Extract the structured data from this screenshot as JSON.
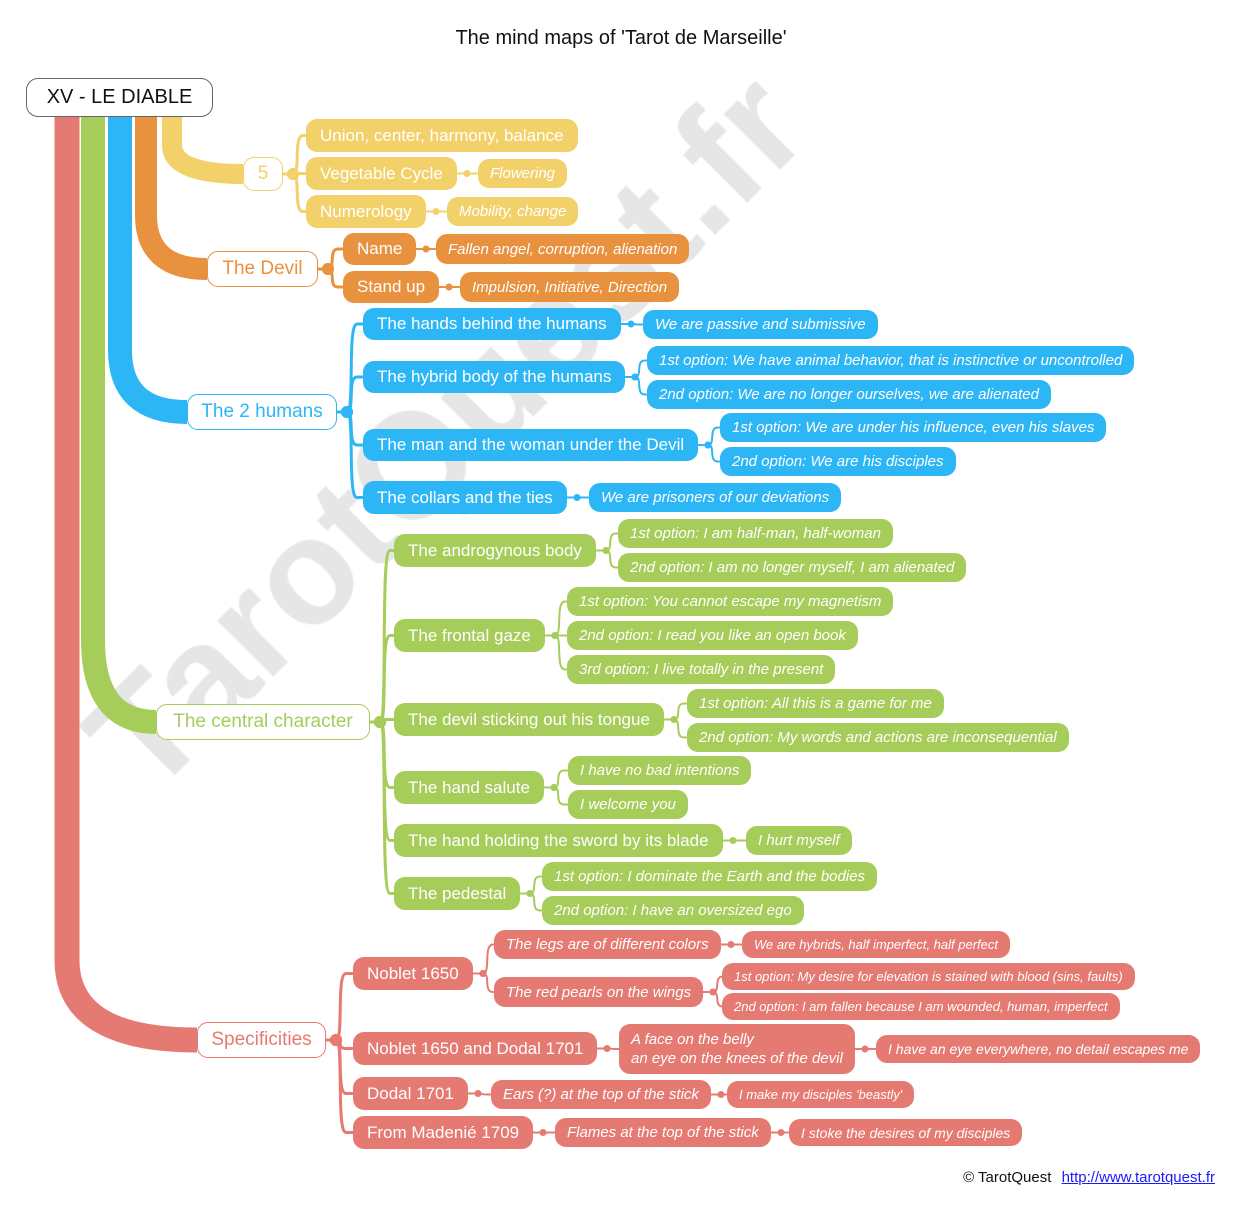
{
  "title": "The mind maps of 'Tarot de Marseille'",
  "watermark": "TarotQuest.fr",
  "colors": {
    "yellow": "#f2d16b",
    "orange": "#e8913f",
    "blue": "#2db6f5",
    "green": "#a6cc5a",
    "red": "#e57a72"
  },
  "root": "XV - LE DIABLE",
  "n5": {
    "label": "5",
    "union": "Union, center, harmony, balance",
    "veg": "Vegetable Cycle",
    "flowering": "Flowering",
    "num": "Numerology",
    "mobility": "Mobility, change"
  },
  "devil": {
    "label": "The Devil",
    "name": "Name",
    "name_v": "Fallen angel, corruption, alienation",
    "stand": "Stand up",
    "stand_v": "Impulsion, Initiative, Direction"
  },
  "humans": {
    "label": "The 2 humans",
    "hands": "The hands behind the humans",
    "hands_v": "We are passive and submissive",
    "hybrid": "The hybrid body of the humans",
    "hybrid_1": "1st option: We have animal behavior, that is instinctive or uncontrolled",
    "hybrid_2": "2nd option: We are no longer ourselves, we are alienated",
    "man": "The man and the woman under the Devil",
    "man_1": "1st option: We are under his influence, even his slaves",
    "man_2": "2nd option: We are his disciples",
    "collars": "The collars and the ties",
    "collars_v": "We are prisoners of our deviations"
  },
  "central": {
    "label": "The central character",
    "andro": "The androgynous body",
    "andro_1": "1st option: I am half-man, half-woman",
    "andro_2": "2nd option: I am no longer myself, I am alienated",
    "gaze": "The frontal gaze",
    "gaze_1": "1st option: You cannot escape my magnetism",
    "gaze_2": "2nd option: I read you like an open book",
    "gaze_3": "3rd option: I live totally in the present",
    "tongue": "The devil sticking out his tongue",
    "tongue_1": "1st option: All this is a game for me",
    "tongue_2": "2nd option: My words and actions are inconsequential",
    "salute": "The hand salute",
    "salute_1": "I have no bad intentions",
    "salute_2": "I welcome you",
    "sword": "The hand holding the sword by its blade",
    "sword_v": "I hurt myself",
    "pedestal": "The pedestal",
    "pedestal_1": "1st option: I dominate the Earth and the bodies",
    "pedestal_2": "2nd option: I have an oversized ego"
  },
  "spec": {
    "label": "Specificities",
    "noblet": "Noblet 1650",
    "legs": "The legs are of different colors",
    "legs_v": "We are hybrids, half imperfect, half perfect",
    "pearls": "The red pearls on the wings",
    "pearls_1": "1st option: My desire for elevation is stained with blood (sins, faults)",
    "pearls_2": "2nd option: I am fallen because I am wounded, human, imperfect",
    "nd": "Noblet 1650 and Dodal 1701",
    "face": "A face on the belly\nan eye on the knees of the devil",
    "face_l1": "A face on the belly",
    "face_l2": "an eye on the knees of the devil",
    "face_v": "I have an eye everywhere, no detail escapes me",
    "dodal": "Dodal 1701",
    "ears": "Ears (?) at the top of the stick",
    "ears_v": "I make my disciples 'beastly'",
    "madenie": "From Madenié 1709",
    "flames": "Flames at the top of the stick",
    "flames_v": "I stoke the desires of my disciples"
  },
  "footer": {
    "copyright": "© TarotQuest",
    "link": "http://www.tarotquest.fr"
  }
}
